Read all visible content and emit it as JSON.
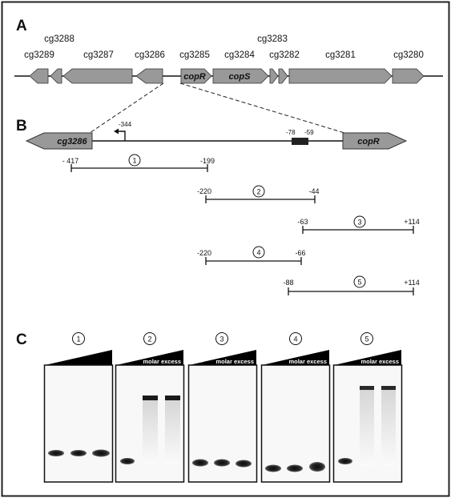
{
  "figure": {
    "panel_labels": [
      "A",
      "B",
      "C"
    ],
    "genes_top": [
      {
        "id": "g3289",
        "label": "cg3289",
        "inner": "",
        "dir": "left"
      },
      {
        "id": "g3288",
        "label": "cg3288",
        "inner": "",
        "dir": "left"
      },
      {
        "id": "g3287",
        "label": "cg3287",
        "inner": "",
        "dir": "left"
      },
      {
        "id": "g3286",
        "label": "cg3286",
        "inner": "",
        "dir": "left"
      },
      {
        "id": "g3285",
        "label": "cg3285",
        "inner": "copR",
        "dir": "right"
      },
      {
        "id": "g3284",
        "label": "cg3284",
        "inner": "copS",
        "dir": "right"
      },
      {
        "id": "g3283",
        "label": "cg3283",
        "inner": "",
        "dir": "right"
      },
      {
        "id": "g3282",
        "label": "cg3282",
        "inner": "",
        "dir": "right"
      },
      {
        "id": "g3281",
        "label": "cg3281",
        "inner": "",
        "dir": "right"
      },
      {
        "id": "g3280",
        "label": "cg3280",
        "inner": "",
        "dir": "right"
      }
    ],
    "panel_b": {
      "left_gene": "cg3286",
      "right_gene": "copR",
      "tss_label": "-344",
      "box_left_label": "-78",
      "box_right_label": "-59"
    },
    "fragments": [
      {
        "num": "1",
        "start": "- 417",
        "end": "-199"
      },
      {
        "num": "2",
        "start": "-220",
        "end": "-44"
      },
      {
        "num": "3",
        "start": "-63",
        "end": "+114"
      },
      {
        "num": "4",
        "start": "-220",
        "end": "-66"
      },
      {
        "num": "5",
        "start": "-88",
        "end": "+114"
      }
    ],
    "gels": [
      {
        "num": "1",
        "label": ""
      },
      {
        "num": "2",
        "label": "molar excess"
      },
      {
        "num": "3",
        "label": "molar excess"
      },
      {
        "num": "4",
        "label": "molar excess"
      },
      {
        "num": "5",
        "label": "molar excess"
      }
    ]
  }
}
